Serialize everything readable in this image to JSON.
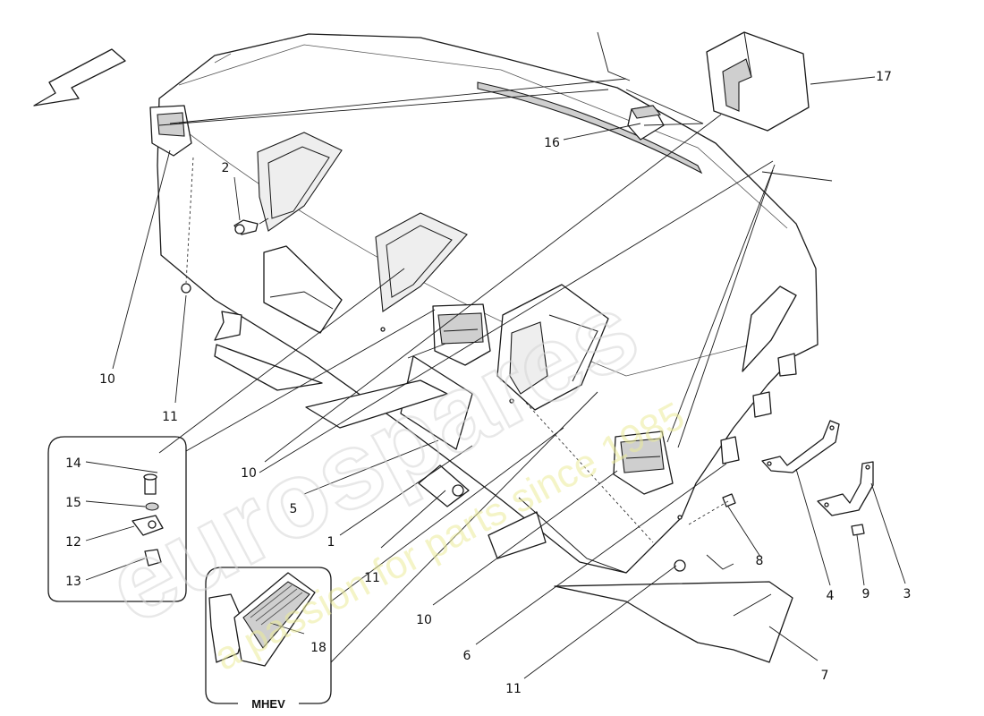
{
  "diagram": {
    "watermark_brand": "eurospares",
    "watermark_tagline": "a passion for parts since 1985",
    "inset_label": "MHEV",
    "callouts": [
      {
        "id": "c17",
        "label": "17"
      },
      {
        "id": "c16",
        "label": "16"
      },
      {
        "id": "c2",
        "label": "2"
      },
      {
        "id": "c10a",
        "label": "10"
      },
      {
        "id": "c11a",
        "label": "11"
      },
      {
        "id": "c14",
        "label": "14"
      },
      {
        "id": "c15",
        "label": "15"
      },
      {
        "id": "c12",
        "label": "12"
      },
      {
        "id": "c13",
        "label": "13"
      },
      {
        "id": "c10b",
        "label": "10"
      },
      {
        "id": "c5",
        "label": "5"
      },
      {
        "id": "c1",
        "label": "1"
      },
      {
        "id": "c11b",
        "label": "11"
      },
      {
        "id": "c18",
        "label": "18"
      },
      {
        "id": "c10c",
        "label": "10"
      },
      {
        "id": "c6",
        "label": "6"
      },
      {
        "id": "c11c",
        "label": "11"
      },
      {
        "id": "c8",
        "label": "8"
      },
      {
        "id": "c4",
        "label": "4"
      },
      {
        "id": "c9",
        "label": "9"
      },
      {
        "id": "c3",
        "label": "3"
      },
      {
        "id": "c7",
        "label": "7"
      }
    ]
  }
}
